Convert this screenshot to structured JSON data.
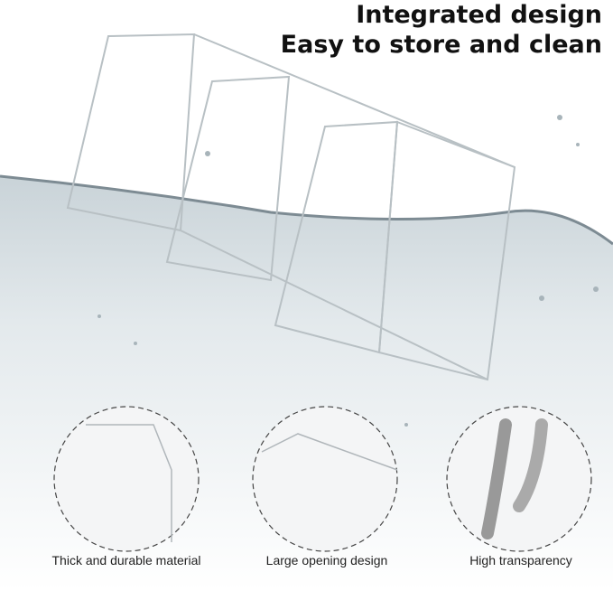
{
  "headline": {
    "line1": "Integrated design",
    "line2": "Easy to store and clean"
  },
  "features": [
    {
      "label": "Thick and durable material"
    },
    {
      "label": "Large opening design"
    },
    {
      "label": "High transparency"
    }
  ],
  "colors": {
    "water_top": "#dfe6ea",
    "water_bottom": "#ffffff",
    "text": "#111111"
  }
}
